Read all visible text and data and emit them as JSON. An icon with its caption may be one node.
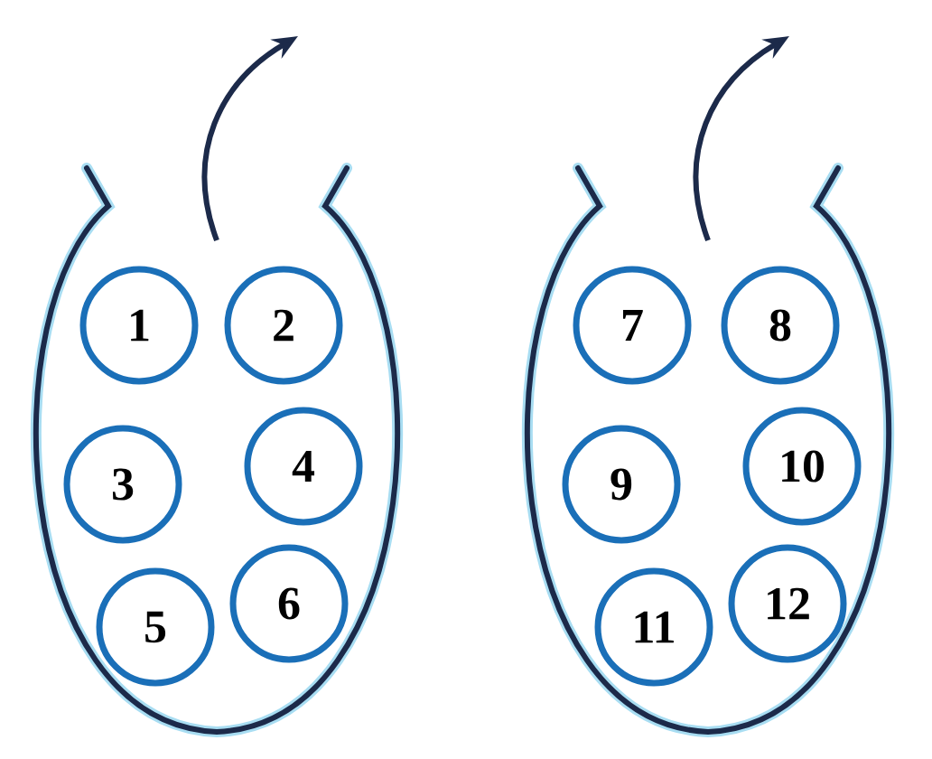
{
  "diagram": {
    "nodes": [
      {
        "text": [],
        "shape": "bag"
      },
      {
        "text": [
          "1"
        ],
        "in": 0
      },
      {
        "text": [
          "2"
        ],
        "in": 0
      },
      {
        "text": [
          "3"
        ],
        "in": 0
      },
      {
        "text": [
          "4"
        ],
        "in": 0
      },
      {
        "text": [
          "5"
        ],
        "in": 0
      },
      {
        "text": [
          "6"
        ],
        "in": 0
      },
      {
        "text": [],
        "shape": "bag"
      },
      {
        "text": [
          "7"
        ],
        "in": 7
      },
      {
        "text": [
          "8"
        ],
        "in": 7
      },
      {
        "text": [
          "9"
        ],
        "in": 7
      },
      {
        "text": [
          "10"
        ],
        "in": 7
      },
      {
        "text": [
          "11"
        ],
        "in": 7
      },
      {
        "text": [
          "12"
        ],
        "in": 7
      }
    ]
  }
}
